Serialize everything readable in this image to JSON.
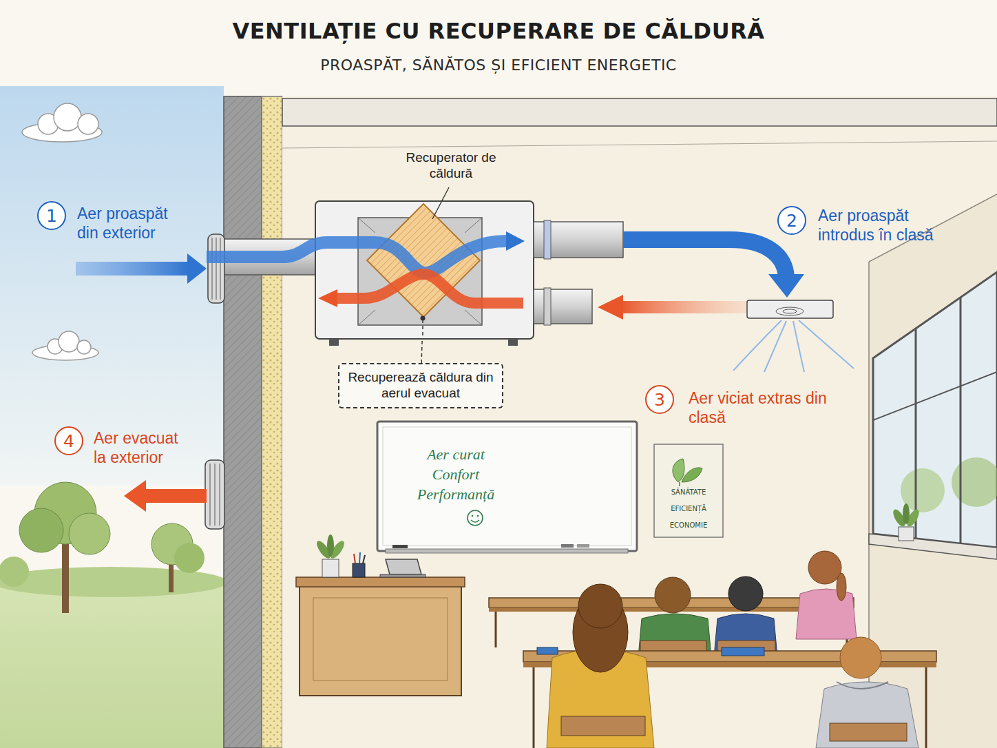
{
  "diagram": {
    "title": "VENTILAȚIE CU RECUPERARE DE CĂLDURĂ",
    "nodes": [
      {
        "text": [
          "Recuperator de căldură"
        ]
      },
      {
        "text": [
          "1"
        ]
      },
      {
        "text": [
          "2"
        ]
      },
      {
        "text": [
          "Recuperează căldura din aerul evacuat"
        ]
      },
      {
        "text": [
          "3"
        ]
      },
      {
        "text": [
          "4"
        ]
      },
      {
        "text": [
          "Aer curat",
          "Confort",
          "Performanță"
        ]
      },
      {
        "text": [
          "SĂNĂTATE",
          "EFICIENȚĂ",
          "ECONOMIE"
        ]
      }
    ],
    "edges": [
      {
        "from": 3,
        "to": 0,
        "arrow": "none"
      }
    ],
    "labels": [
      "PROASPĂT, SĂNĂTOS ȘI EFICIENT ENERGETIC",
      "Aer proaspăt din exterior",
      "Aer proaspăt introdus în clasă",
      "Aer viciat extras din clasă",
      "Aer evacuat la exterior"
    ]
  }
}
